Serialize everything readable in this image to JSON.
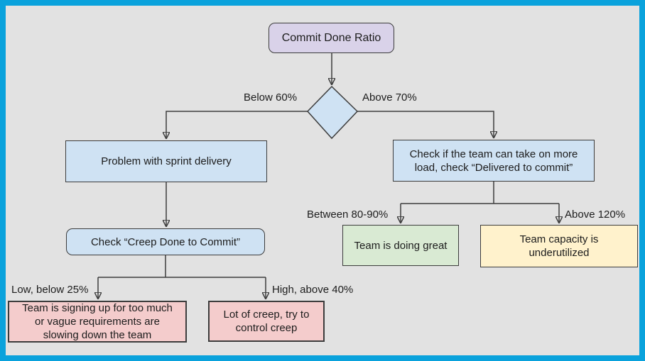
{
  "colors": {
    "frame": "#0aa2dc",
    "background": "#e2e2e2",
    "node_purple": "#d9d2e9",
    "node_blue": "#cfe2f3",
    "node_pink": "#f4cccc",
    "node_green": "#d9ead3",
    "node_yellow": "#fff2cc",
    "stroke": "#3c3c3c",
    "text": "#1c1c1c"
  },
  "nodes": {
    "start": {
      "label": "Commit Done Ratio"
    },
    "problem": {
      "label": "Problem with sprint delivery"
    },
    "check_load": {
      "label": "Check if the team can take on more load, check “Delivered to commit”"
    },
    "check_creep": {
      "label": "Check “Creep Done to Commit”"
    },
    "too_much": {
      "label": "Team is signing up for too much or vague requirements are slowing down the team"
    },
    "lot_of_creep": {
      "label": "Lot of creep, try to control creep"
    },
    "doing_great": {
      "label": "Team is doing great"
    },
    "underutilized": {
      "label": "Team capacity is underutilized"
    }
  },
  "edge_labels": {
    "below_60": "Below 60%",
    "above_70": "Above 70%",
    "between_80_90": "Between 80-90%",
    "above_120": "Above 120%",
    "low_below_25": "Low, below 25%",
    "high_above_40": "High, above 40%"
  }
}
